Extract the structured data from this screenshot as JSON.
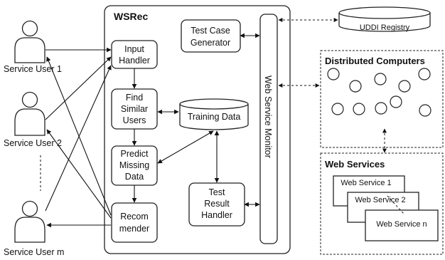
{
  "diagram": {
    "users": [
      "Service User 1",
      "Service User 2",
      "Service User m"
    ],
    "wsrec": {
      "title": "WSRec",
      "input_handler": [
        "Input",
        "Handler"
      ],
      "find_similar": [
        "Find",
        "Similar",
        "Users"
      ],
      "predict_missing": [
        "Predict",
        "Missing",
        "Data"
      ],
      "recommender": [
        "Recom",
        "mender"
      ],
      "test_case_generator": [
        "Test Case",
        "Generator"
      ],
      "training_data": "Training Data",
      "test_result_handler": [
        "Test",
        "Result",
        "Handler"
      ],
      "web_service_monitor": "Web Service Monitor"
    },
    "uddi": "UDDI Registry",
    "distributed": {
      "title": "Distributed Computers"
    },
    "web_services": {
      "title": "Web Services",
      "items": [
        "Web Service 1",
        "Web Service 2",
        "Web Service n"
      ]
    }
  }
}
